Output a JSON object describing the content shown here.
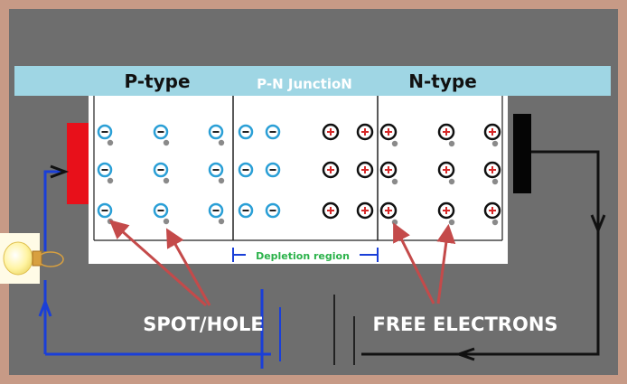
{
  "header": {
    "p_type": "P-type",
    "junction": "P-N JunctioN",
    "n_type": "N-type"
  },
  "depletion_label": "Depletion region",
  "callouts": {
    "holes": "SPOT/HOLE",
    "electrons": "FREE ELECTRONS"
  },
  "colors": {
    "frame": "#c79a86",
    "background": "#6e6e6e",
    "header_bar": "#9fd6e4",
    "crystal": "#ffffff",
    "acceptor_ring": "#2a9fd6",
    "donor_ring": "#111111",
    "donor_plus": "#d62828",
    "p_terminal": "#e8101a",
    "n_terminal": "#050505",
    "arrow": "#c44a4a",
    "wire_blue": "#1a3fd8",
    "wire_black": "#111111",
    "depletion_label": "#2bb24a",
    "bulb": "#fff4a3"
  },
  "legend_icons": {
    "acceptor": "acceptor-ion-icon",
    "donor": "donor-ion-icon",
    "bulb": "light-bulb-icon",
    "battery": "battery-icon"
  }
}
